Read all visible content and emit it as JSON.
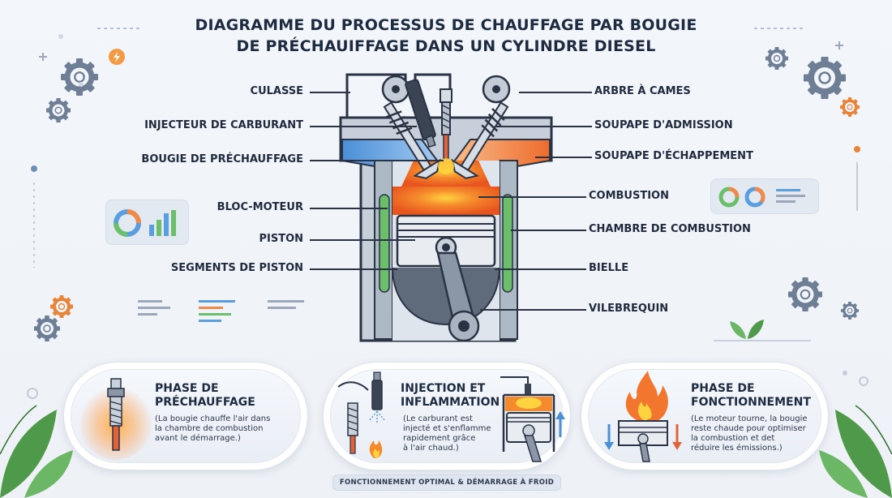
{
  "title": {
    "line1": "DIAGRAMME DU PROCESSUS DE CHAUFFAGE PAR BOUGIE",
    "line2": "DE PRÉCHAUIFFAGE DANS UN CYLINDRE DIESEL"
  },
  "labels_left": [
    "CULASSE",
    "INJECTEUR DE CARBURANT",
    "BOUGIE DE PRÉCHAUFFAGE",
    "BLOC-MOTEUR",
    "PISTON",
    "SEGMENTS DE PISTON"
  ],
  "labels_right": [
    "ARBRE À CAMES",
    "SOUPAPE D'ADMISSION",
    "SOUPAPE D'ÉCHAPPEMENT",
    "COMBUSTION",
    "CHAMBRE DE COMBUSTION",
    "BIELLE",
    "VILEBREQUIN"
  ],
  "phases": [
    {
      "title": "PHASE DE\nPRÉCHAUFFAGE",
      "text": "(La bougie chauffe l'air dans\nla chambre de combustion\navant le démarrage.)"
    },
    {
      "title": "INJECTION ET\nINFLAMMATION",
      "text": "(Le carburant est\ninjecté et s'enflamme\nrapidement grâce\nà l'air chaud.)"
    },
    {
      "title": "PHASE DE\nFONCTIONNEMENT",
      "text": "(Le moteur tourne, la bougie\nreste chaude pour optimiser\nla combustion et det\nréduire les émissions.)"
    }
  ],
  "footer": "FONCTIONNEMENT OPTIMAL & DÉMARRAGE À FROID",
  "colors": {
    "intake_blue": "#5b9ee0",
    "exhaust_orange": "#f08a4b",
    "combustion_orange": "#f2762e",
    "coolant_green": "#6bbf6a",
    "engine_gray": "#b8c2ce",
    "outline": "#2a3344",
    "gear_gray": "#6e7f95",
    "gear_orange": "#e8843a"
  },
  "icons": [
    "gear-icon",
    "lightning-icon",
    "plus-icon",
    "leaf-icon",
    "flame-icon",
    "arrow-up-icon",
    "arrow-down-icon"
  ]
}
